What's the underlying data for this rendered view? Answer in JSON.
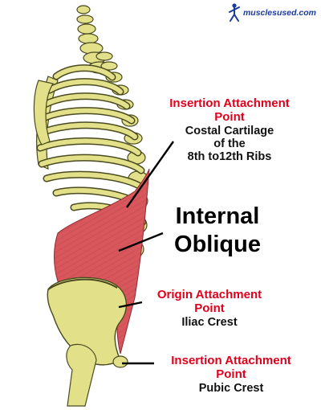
{
  "logo": {
    "text": "musclesused.com",
    "icon": "running-figure-icon",
    "color": "#1a3a9c"
  },
  "muscle_name": {
    "line1": "Internal",
    "line2": "Oblique"
  },
  "insertion_upper": {
    "heading_line1": "Insertion Attachment",
    "heading_line2": "Point",
    "detail_line1": "Costal Cartilage",
    "detail_line2": "of the",
    "detail_line3": "8th to12th Ribs"
  },
  "origin": {
    "heading_line1": "Origin Attachment",
    "heading_line2": "Point",
    "detail_line1": "Iliac Crest"
  },
  "insertion_lower": {
    "heading_line1": "Insertion Attachment",
    "heading_line2": "Point",
    "detail_line1": "Pubic Crest"
  },
  "colors": {
    "heading_red": "#e0001b",
    "bone": "#e3e08a",
    "bone_outline": "#4a4a20",
    "muscle": "#d8575c",
    "leader_line": "#000000"
  }
}
